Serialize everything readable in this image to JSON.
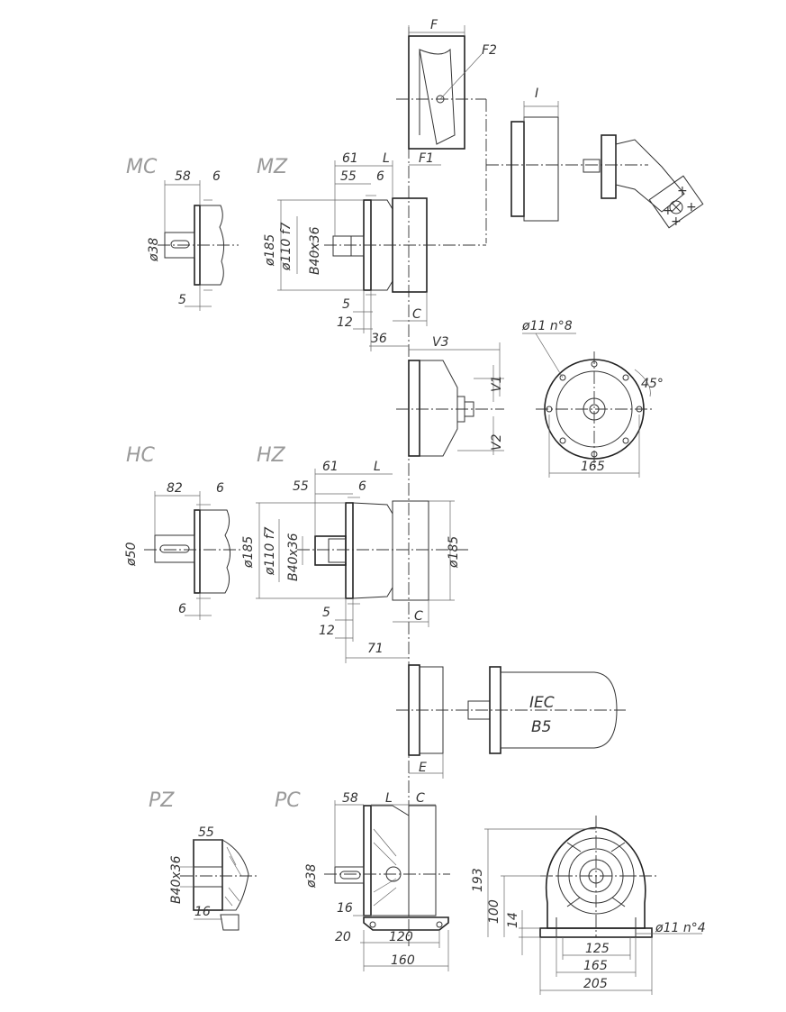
{
  "sections": {
    "mc": "MC",
    "mz": "MZ",
    "hc": "HC",
    "hz": "HZ",
    "pz": "PZ",
    "pc": "PC"
  },
  "top": {
    "F": "F",
    "F2": "F2",
    "F1": "F1",
    "I": "I"
  },
  "mc": {
    "d58": "58",
    "d6": "6",
    "d38": "ø38",
    "d5": "5"
  },
  "mz": {
    "d61": "61",
    "L": "L",
    "d55": "55",
    "d6": "6",
    "d185": "ø185",
    "d110": "ø110 f7",
    "b40": "B40x36",
    "d5": "5",
    "d12": "12",
    "d36": "36",
    "C": "C"
  },
  "flange": {
    "V3": "V3",
    "V1": "V1",
    "V2": "V2",
    "holes": "ø11 n°8",
    "angle": "45°",
    "d165": "165"
  },
  "hc": {
    "d82": "82",
    "d6": "6",
    "d50": "ø50",
    "d6b": "6"
  },
  "hz": {
    "d61": "61",
    "L": "L",
    "d55": "55",
    "d6": "6",
    "d185": "ø185",
    "d110": "ø110 f7",
    "b40": "B40x36",
    "d185r": "ø185",
    "d5": "5",
    "d12": "12",
    "d71": "71",
    "C": "C"
  },
  "iec": {
    "line1": "IEC",
    "line2": "B5",
    "E": "E"
  },
  "pz": {
    "d55": "55",
    "b40": "B40x36",
    "d16": "16"
  },
  "pc": {
    "d58": "58",
    "L": "L",
    "C": "C",
    "d38": "ø38",
    "d16": "16",
    "d20": "20",
    "d120": "120",
    "d160": "160"
  },
  "foot": {
    "d193": "193",
    "d100": "100",
    "d14": "14",
    "holes": "ø11 n°4",
    "d125": "125",
    "d165": "165",
    "d205": "205"
  }
}
